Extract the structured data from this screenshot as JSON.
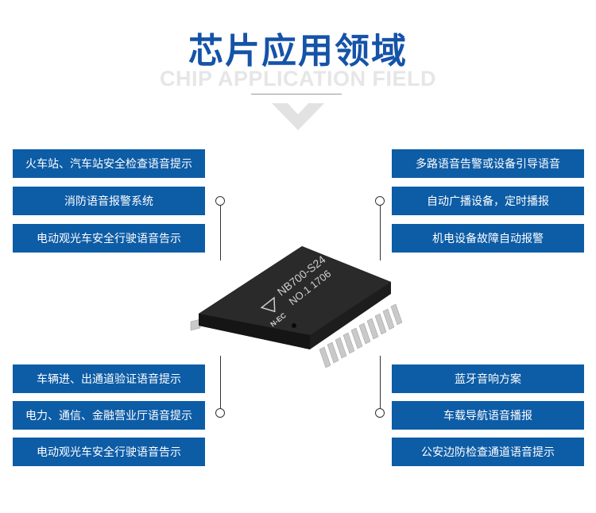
{
  "header": {
    "title": "芯片应用领域",
    "subtitle": "CHIP APPLICATION FIELD"
  },
  "left_items": [
    "火车站、汽车站安全检查语音提示",
    "消防语音报警系统",
    "电动观光车安全行驶语音告示",
    "车辆进、出通道验证语音提示",
    "电力、通信、金融营业厅语音提示",
    "电动观光车安全行驶语音告示"
  ],
  "right_items": [
    "多路语音告警或设备引导语音",
    "自动广播设备，定时播报",
    "机电设备故障自动报警",
    "蓝牙音响方案",
    "车载导航语音播报",
    "公安边防检查通道语音提示"
  ],
  "chip": {
    "model": "NB700-S24",
    "line2": "NO.1 1706",
    "brand": "N-EC"
  },
  "colors": {
    "accent": "#0d5ca6",
    "title": "#1553a8"
  }
}
